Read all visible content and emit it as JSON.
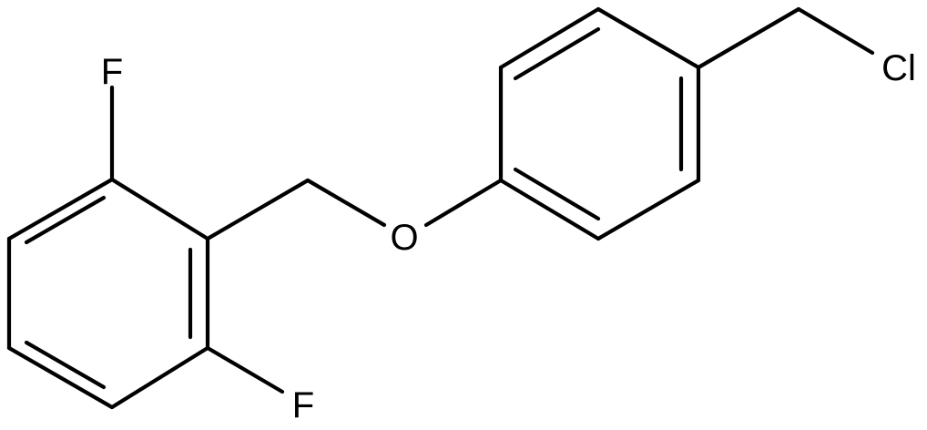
{
  "molecule": {
    "atoms": {
      "f_top": "F",
      "f_bottom": "F",
      "oxygen": "O",
      "chlorine": "Cl"
    }
  }
}
